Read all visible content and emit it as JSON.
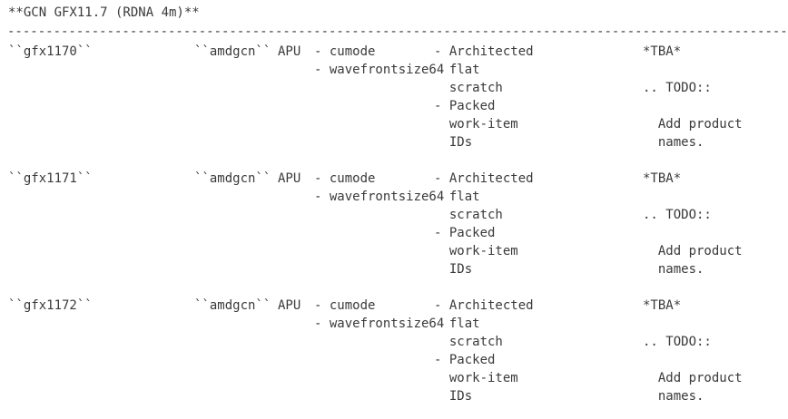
{
  "document": {
    "heading": "**GCN GFX11.7 (RDNA 4m)**",
    "separator": "--------------------------------------------------------------------------------------------------------------"
  },
  "table": {
    "rows": [
      {
        "name": "``gfx1170``",
        "triple": "``amdgcn``",
        "kind": "APU",
        "features": "- cumode\n- wavefrontsize64",
        "properties": "- Architected\n  flat\n  scratch\n- Packed\n  work-item\n  IDs",
        "notes": "*TBA*\n\n.. TODO::\n\n  Add product\n  names."
      },
      {
        "name": "``gfx1171``",
        "triple": "``amdgcn``",
        "kind": "APU",
        "features": "- cumode\n- wavefrontsize64",
        "properties": "- Architected\n  flat\n  scratch\n- Packed\n  work-item\n  IDs",
        "notes": "*TBA*\n\n.. TODO::\n\n  Add product\n  names."
      },
      {
        "name": "``gfx1172``",
        "triple": "``amdgcn``",
        "kind": "APU",
        "features": "- cumode\n- wavefrontsize64",
        "properties": "- Architected\n  flat\n  scratch\n- Packed\n  work-item\n  IDs",
        "notes": "*TBA*\n\n.. TODO::\n\n  Add product\n  names."
      }
    ]
  }
}
